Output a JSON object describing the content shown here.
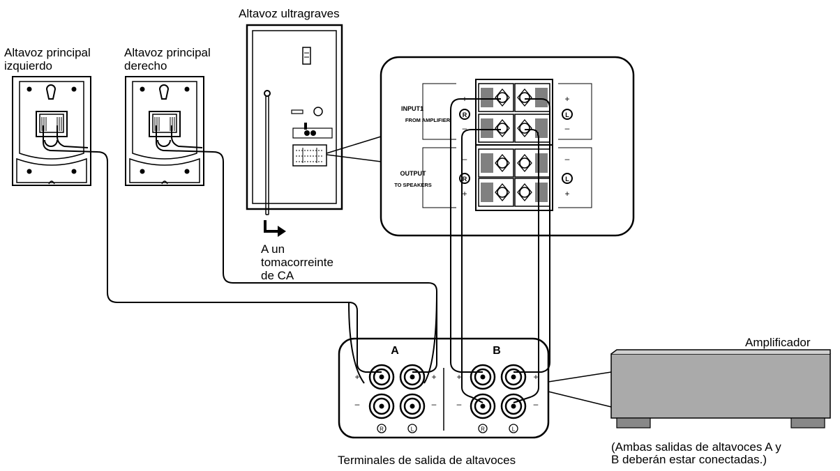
{
  "labels": {
    "subwoofer_title": "Altavoz ultragraves",
    "left_speaker_line1": "Altavoz principal",
    "left_speaker_line2": "izquierdo",
    "right_speaker_line1": "Altavoz principal",
    "right_speaker_line2": "derecho",
    "ac_line1": "A un",
    "ac_line2": "tomacorreinte",
    "ac_line3": "de CA",
    "amplifier": "Amplificador",
    "terminals_caption": "Terminales de salida de altavoces",
    "note_line1": "(Ambas salidas de altavoces A y",
    "note_line2": "B deberán estar conectadas.)"
  },
  "panel": {
    "input_title": "INPUT1",
    "input_sub": "FROM AMPLIFIER",
    "output_title": "OUTPUT",
    "output_sub": "TO SPEAKERS",
    "plus": "+",
    "minus": "–",
    "r": "R",
    "l": "L"
  },
  "terminals": {
    "group_a": "A",
    "group_b": "B",
    "plus": "+",
    "minus": "–",
    "r": "R",
    "l": "L"
  }
}
